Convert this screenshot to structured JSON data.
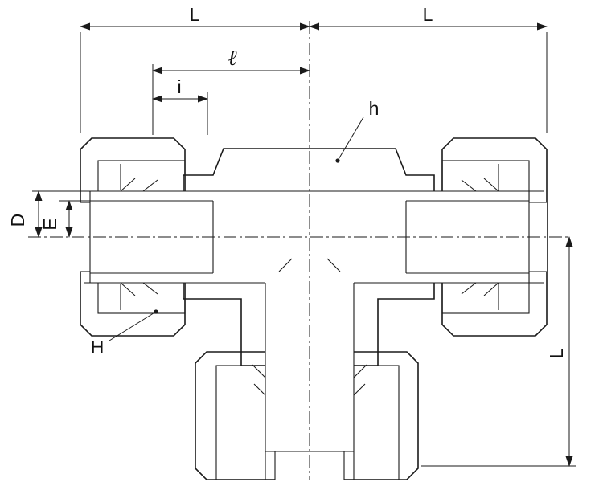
{
  "drawing": {
    "title": "tee-tube-fitting-dimension-drawing",
    "labels": {
      "L_top_left": "L",
      "L_top_right": "L",
      "ell": "ℓ",
      "i": "i",
      "h": "h",
      "D": "D",
      "E": "E",
      "H": "H",
      "L_right": "L"
    },
    "colors": {
      "line": "#1a1a1a",
      "nut": "#c9c9c9",
      "body": "#ebebeb",
      "white": "#ffffff",
      "background": "#ffffff"
    }
  }
}
